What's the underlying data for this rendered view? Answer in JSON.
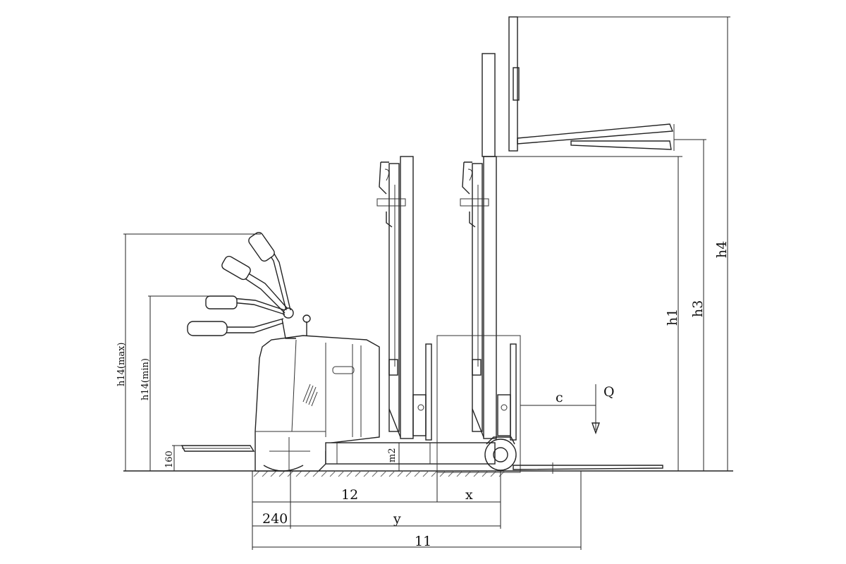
{
  "diagram": {
    "labels": {
      "h1": "h1",
      "h3": "h3",
      "h4": "h4",
      "h14_max": "h14(max)",
      "h14_min": "h14(min)",
      "d160": "160",
      "m2": "m2",
      "l2": "12",
      "x": "x",
      "d240": "240",
      "y": "y",
      "l1": "11",
      "c": "c",
      "q": "Q"
    }
  }
}
